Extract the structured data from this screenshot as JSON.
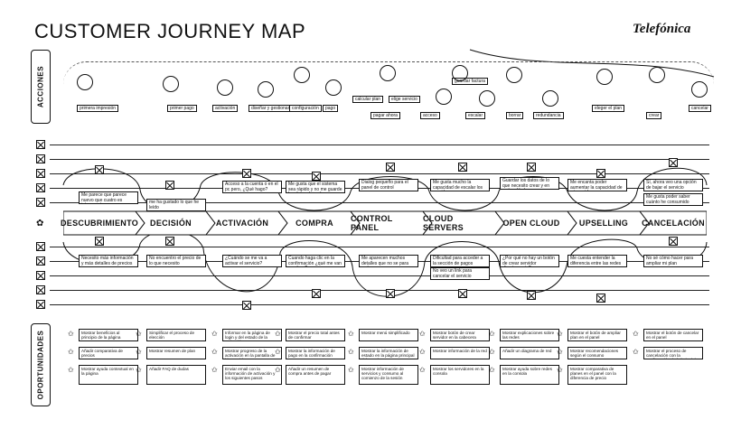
{
  "header": {
    "title": "CUSTOMER JOURNEY MAP",
    "brand": "Telefónica"
  },
  "row_labels": {
    "actions": "ACCIONES",
    "opportunities": "OPORTUNIDADES"
  },
  "actions": [
    "primera impresión",
    "primer pago",
    "activación",
    "diseñar y gestionar",
    "configuración",
    "pago",
    "calcular plan",
    "elige servicio",
    "pagar ahora",
    "acceso",
    "guardar factura",
    "escalar",
    "borrar",
    "redundancia",
    "eleger el plan",
    "crear",
    "cancelar"
  ],
  "stages": [
    "DESCUBRIMIENTO",
    "DECISIÓN",
    "ACTIVACIÓN",
    "COMPRA",
    "CONTROL PANEL",
    "CLOUD SERVERS",
    "OPEN CLOUD",
    "UPSELLING",
    "CANCELACIÓN"
  ],
  "top_notes": [
    "Me parece que parece nuevo que cuatro es interesante",
    "me ha gustado lo que he leído",
    "Acceso a la cuenta o en el pc pero, ¿Qué hago?",
    "Me gusta que el sistema sea rápido y no me guarde los datos de cada pago",
    "Dialog pequeño para el panel de control",
    "Me gusta mucho la capacidad de escalar los servidores",
    "Guardar los datos de lo que necesito crear y en qué red lo hago",
    "Me encanta poder aumentar la capacidad de mi servidor",
    "Sí, ahora veo una opción de bajar el servicio",
    "Me gusta poder saber cuánto he consumido"
  ],
  "bottom_notes": [
    "Necesito más información y más detalles de precios",
    "No encuentro el precio de lo que necesito",
    "¿Cuándo se me va a activar el servicio?",
    "Cuando haga clic en la confirmación ¿qué me van a cobrar?",
    "Me aparecen muchos detalles que no se para qué son",
    "Dificultad para acceder a la sección de pagos",
    "¿Por qué no hay un botón de crear servidor directamente?",
    "Me cuesta entender la diferencia entre las redes",
    "No sé cómo hacer para ampliar mi plan",
    "No veo un link para cancelar el servicio"
  ],
  "opportunities": [
    [
      "Mostrar beneficios al principio de la página",
      "Añadir comparativa de precios",
      "Mostrar ayuda contextual en la página"
    ],
    [
      "Simplificar el proceso de elección",
      "Mostrar resumen de plan",
      "Añadir FAQ de dudas"
    ],
    [
      "Informar en la página de login y del estado de la activación",
      "Mostrar progreso de la activación en la pantalla de bienvenida",
      "Enviar email con la información de activación y los siguientes pasos"
    ],
    [
      "Mostrar el precio total antes de confirmar",
      "Mostrar la información de pago en la confirmación",
      "Añadir un resumen de compra antes de pagar"
    ],
    [
      "Mostrar menú simplificado",
      "Mostrar la información de estado en la página principal del panel",
      "Mostrar información de servicios y consumo al comienzo de la sesión"
    ],
    [
      "Mostrar botón de crear servidor en la cabecera",
      "Mostrar información de la red",
      "Mostrar los servidores en la consola"
    ],
    [
      "Mostrar explicaciones sobre las redes",
      "Añadir un diagrama de red",
      "Mostrar ayuda sobre redes en la consola"
    ],
    [
      "Mostrar el botón de ampliar plan en el panel",
      "Mostrar recomendaciones según el consumo",
      "Mostrar comparativa de planes en el panel con la diferencia de precio"
    ],
    [
      "Mostrar el botón de cancelar en el panel",
      "Mostrar el proceso de cancelación con la confirmación de la baja del servicio"
    ]
  ]
}
